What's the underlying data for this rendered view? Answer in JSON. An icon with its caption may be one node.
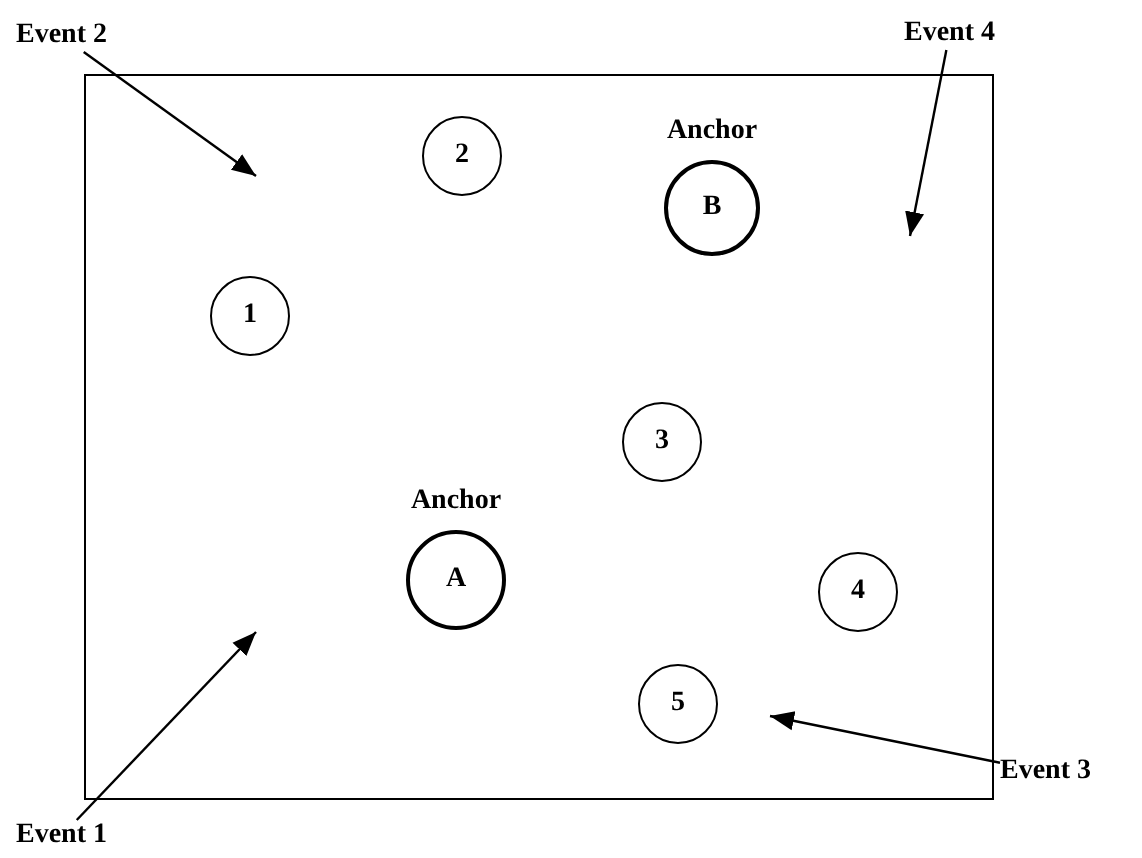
{
  "diagram": {
    "nodes": [
      {
        "text": [],
        "shape": "box"
      },
      {
        "text": [
          "Event 2"
        ]
      },
      {
        "text": [
          "Event 4"
        ]
      },
      {
        "text": [
          "2"
        ],
        "in": 0
      },
      {
        "text": [
          "Anchor",
          "B"
        ],
        "in": 0
      },
      {
        "text": [
          "1"
        ],
        "in": 0
      },
      {
        "text": [
          "3"
        ],
        "in": 0
      },
      {
        "text": [
          "Anchor",
          "A"
        ],
        "in": 0
      },
      {
        "text": [
          "4"
        ],
        "in": 0
      },
      {
        "text": [
          "5"
        ],
        "in": 0
      },
      {
        "text": [
          "Event 3"
        ]
      },
      {
        "text": [
          "Event 1"
        ]
      }
    ],
    "edges": [
      {
        "from": 1,
        "to": null,
        "arrow": "to"
      },
      {
        "from": 2,
        "to": null,
        "arrow": "to"
      },
      {
        "from": 10,
        "to": null,
        "arrow": "to"
      },
      {
        "from": 11,
        "to": null,
        "arrow": "to"
      }
    ]
  }
}
